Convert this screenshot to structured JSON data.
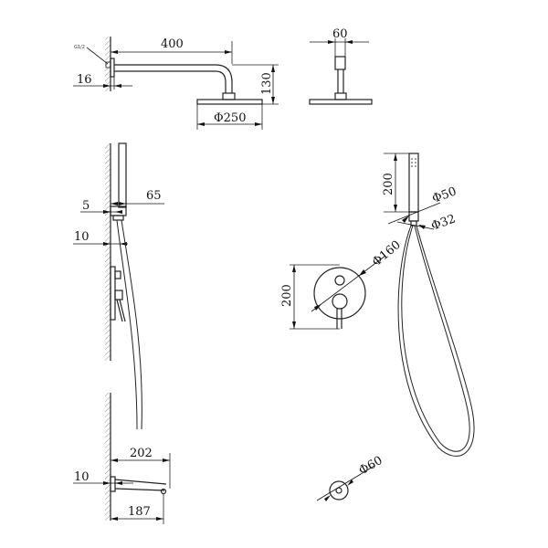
{
  "labels": {
    "dim_400": "400",
    "dim_60_top": "60",
    "dim_16": "16",
    "dim_130": "130",
    "dim_phi250": "Φ250",
    "thread": "G1/2",
    "dim_65": "65",
    "dim_5": "5",
    "dim_10_top": "10",
    "dim_200_hand": "200",
    "dim_phi50": "Φ50",
    "dim_phi32": "Φ32",
    "dim_phi160": "Φ160",
    "dim_200_valve": "200",
    "dim_202": "202",
    "dim_10_bottom": "10",
    "dim_187": "187",
    "dim_phi60": "Φ60"
  }
}
